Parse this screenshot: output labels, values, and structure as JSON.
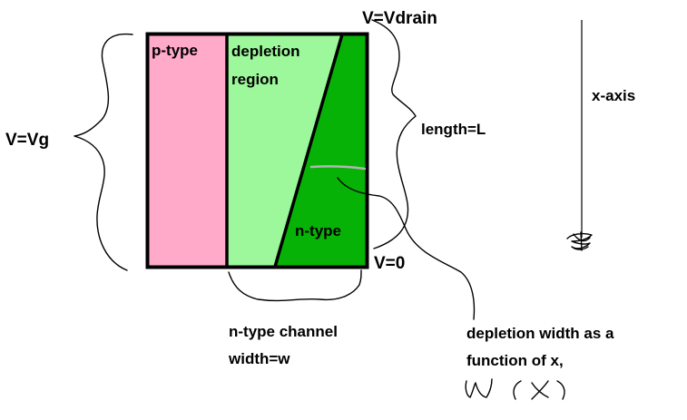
{
  "colors": {
    "p_type": "#ffaac9",
    "depletion": "#9df79b",
    "n_type": "#07b207",
    "outline": "#000000",
    "indicator": "#b4b4b4"
  },
  "labels": {
    "p_type": "p-type",
    "depletion_line1": "depletion",
    "depletion_line2": "region",
    "n_type": "n-type",
    "v_drain": "V=Vdrain",
    "v_gate": "V=Vg",
    "v_zero": "V=0",
    "length": "length=L",
    "x_axis": "x-axis",
    "channel_width_line1": "n-type channel",
    "channel_width_line2": "width=w",
    "depletion_width_line1": "depletion width as a",
    "depletion_width_line2": "function of x,",
    "handwritten_w_x": "W(x)"
  }
}
